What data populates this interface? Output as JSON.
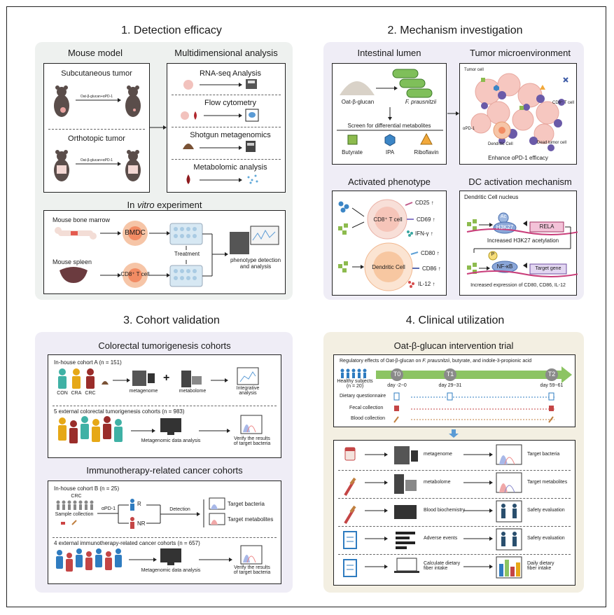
{
  "section1": {
    "title": "1. Detection efficacy",
    "mouse_model": {
      "title": "Mouse model",
      "subcutaneous": "Subcutaneous tumor",
      "orthotopic": "Orthotopic tumor",
      "treatment": "Oat-β-glucan+αPD-1"
    },
    "multi": {
      "title": "Multidimensional analysis",
      "items": [
        "RNA-seq Analysis",
        "Flow cytometry",
        "Shotgun metagenomics",
        "Metabolomic analysis"
      ]
    },
    "invitro": {
      "title_prefix": "In ",
      "title_italic": "vitro",
      "title_suffix": " experiment",
      "bone_marrow": "Mouse bone marrow",
      "spleen": "Mouse spleen",
      "bmdc": "BMDC",
      "cd8": "CD8⁺ T cell",
      "treatment": "Treatment",
      "phenotype": "phenotype detection\nand analysis"
    }
  },
  "section2": {
    "title": "2. Mechanism investigation",
    "lumen": {
      "title": "Intestinal lumen",
      "oat": "Oat-β-glucan",
      "fp": "F. prausnitzii",
      "screen": "Screen for differential metabolites",
      "metabolites": [
        "Butyrate",
        "IPA",
        "Riboflavin"
      ]
    },
    "tme": {
      "title": "Tumor microenvironment",
      "tumor_cell": "Tumor cell",
      "cd8": "CD8⁺ T cell",
      "apd1": "αPD-1",
      "dc": "Dendritic Cell",
      "dead": "Dead tumor cell",
      "enhance": "Enhance αPD-1 efficacy"
    },
    "phenotype": {
      "title": "Activated phenotype",
      "cd8": "CD8⁺ T cell",
      "dc": "Dendritic Cell",
      "t_markers": [
        "CD25 ↑",
        "CD69 ↑",
        "IFN-γ ↑"
      ],
      "dc_markers": [
        "CD80 ↑",
        "CD86 ↑",
        "IL-12 ↑"
      ]
    },
    "dc_mech": {
      "title": "DC activation mechanism",
      "nucleus": "Dendritic Cell nucleus",
      "ac": "Ac",
      "h3k27": "H3K27",
      "rela": "RELA",
      "acet": "Increased H3K27 acetylation",
      "p": "P",
      "nfkb": "NF-κB",
      "target": "Target gene",
      "expr": "Increased expression of CD80, CD86, IL-12"
    }
  },
  "section3": {
    "title": "3. Cohort validation",
    "crc": {
      "title": "Colorectal tumorigenesis cohorts",
      "cohort_a": "In-house cohort A (n = 151)",
      "groups": [
        "CON",
        "CRA",
        "CRC"
      ],
      "metagenome": "metagenome",
      "metabolome": "metabolome",
      "plus": "+",
      "integrative": "Integrative\nanalysis",
      "external": "5 external colorectal tumorigenesis cohorts (n = 983)",
      "meta_analysis": "Metagenomic data analysis",
      "verify": "Verify the results\nof target bacteria"
    },
    "immuno": {
      "title": "Immunotherapy-related cancer cohorts",
      "cohort_b": "In-house cohort B (n = 25)",
      "crc": "CRC",
      "sample": "Sample collection",
      "apd1": "αPD-1",
      "r": "R",
      "nr": "NR",
      "detection": "Detection",
      "target_bacteria": "Target bacteria",
      "target_metabolites": "Target metabolites",
      "external": "4 external immunotherapy-related cancer cohorts (n = 657)",
      "meta_analysis": "Metagenomic data analysis",
      "verify": "Verify the results\nof target bacteria"
    }
  },
  "section4": {
    "title": "4. Clinical utilization",
    "trial_title": "Oat-β-glucan intervention trial",
    "regulatory_prefix": "Regulatory effects of Oat-β-glucan on ",
    "regulatory_italic": "F. prausnitzii",
    "regulatory_suffix": ", butyrate, and indole-3-propionic acid",
    "healthy": "Healthy subjects\n(n = 20)",
    "timepoints": [
      {
        "label": "T0",
        "day": "day -2~0"
      },
      {
        "label": "T1",
        "day": "day 29~31"
      },
      {
        "label": "T2",
        "day": "day 59~61"
      }
    ],
    "rows_labels": [
      "Dietary questionnaire",
      "Fecal collection",
      "Blood collection"
    ],
    "analyses": [
      {
        "method": "metagenome",
        "result": "Target bacteria"
      },
      {
        "method": "metabolome",
        "result": "Target metabolites"
      },
      {
        "method": "Blood biochemistry",
        "result": "Safety evaluation"
      },
      {
        "method": "Adverse events",
        "result": "Safety evaluation"
      },
      {
        "method": "Calculate dietary\nfiber intake",
        "result": "Daily dietary\nfiber intake"
      }
    ]
  },
  "colors": {
    "panel_grey": "#eef1ef",
    "panel_lilac": "#efedf6",
    "panel_cream": "#f3efe2",
    "green": "#5fa44a",
    "blue": "#2f7cc0",
    "red": "#c44545"
  }
}
